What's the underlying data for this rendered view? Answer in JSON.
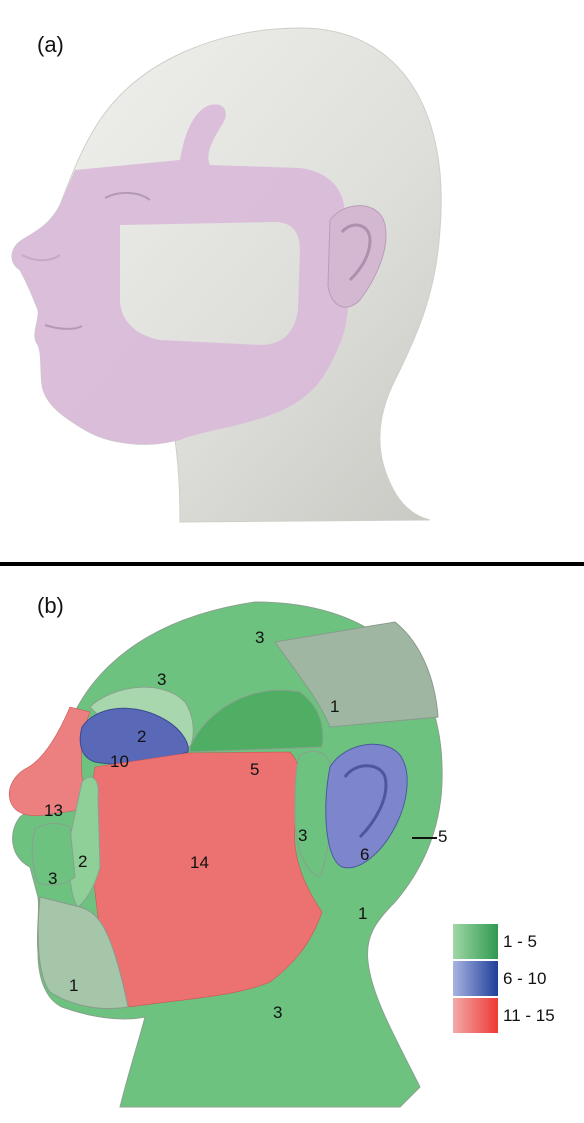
{
  "panel_a": {
    "label": "(a)"
  },
  "panel_b": {
    "label": "(b)"
  },
  "region_numbers": {
    "crown_top": "3",
    "crown_front": "3",
    "parietal": "1",
    "upper_eyelid": "2",
    "eye": "10",
    "temple": "5",
    "nose": "13",
    "preauricular": "3",
    "ear": "6",
    "behind_ear": "5",
    "upper_lip": "2",
    "lips": "3",
    "cheek": "14",
    "ear_lobe_area": "1",
    "chin": "1",
    "neck": "3"
  },
  "legend": [
    {
      "label": "1 - 5",
      "color_light": "#9fd7a6",
      "color_dark": "#2f9a50"
    },
    {
      "label": "6 - 10",
      "color_light": "#a9b3e2",
      "color_dark": "#1f3f9a"
    },
    {
      "label": "11 - 15",
      "color_light": "#f2a9a9",
      "color_dark": "#ee3a34"
    }
  ],
  "colors": {
    "green": "#6cc27e",
    "green_gray": "#9fb7a2",
    "blue": "#5a68b8",
    "red": "#ec7272",
    "pink_mask": "#d8b8d6",
    "head_gray": "#e2e2de"
  }
}
